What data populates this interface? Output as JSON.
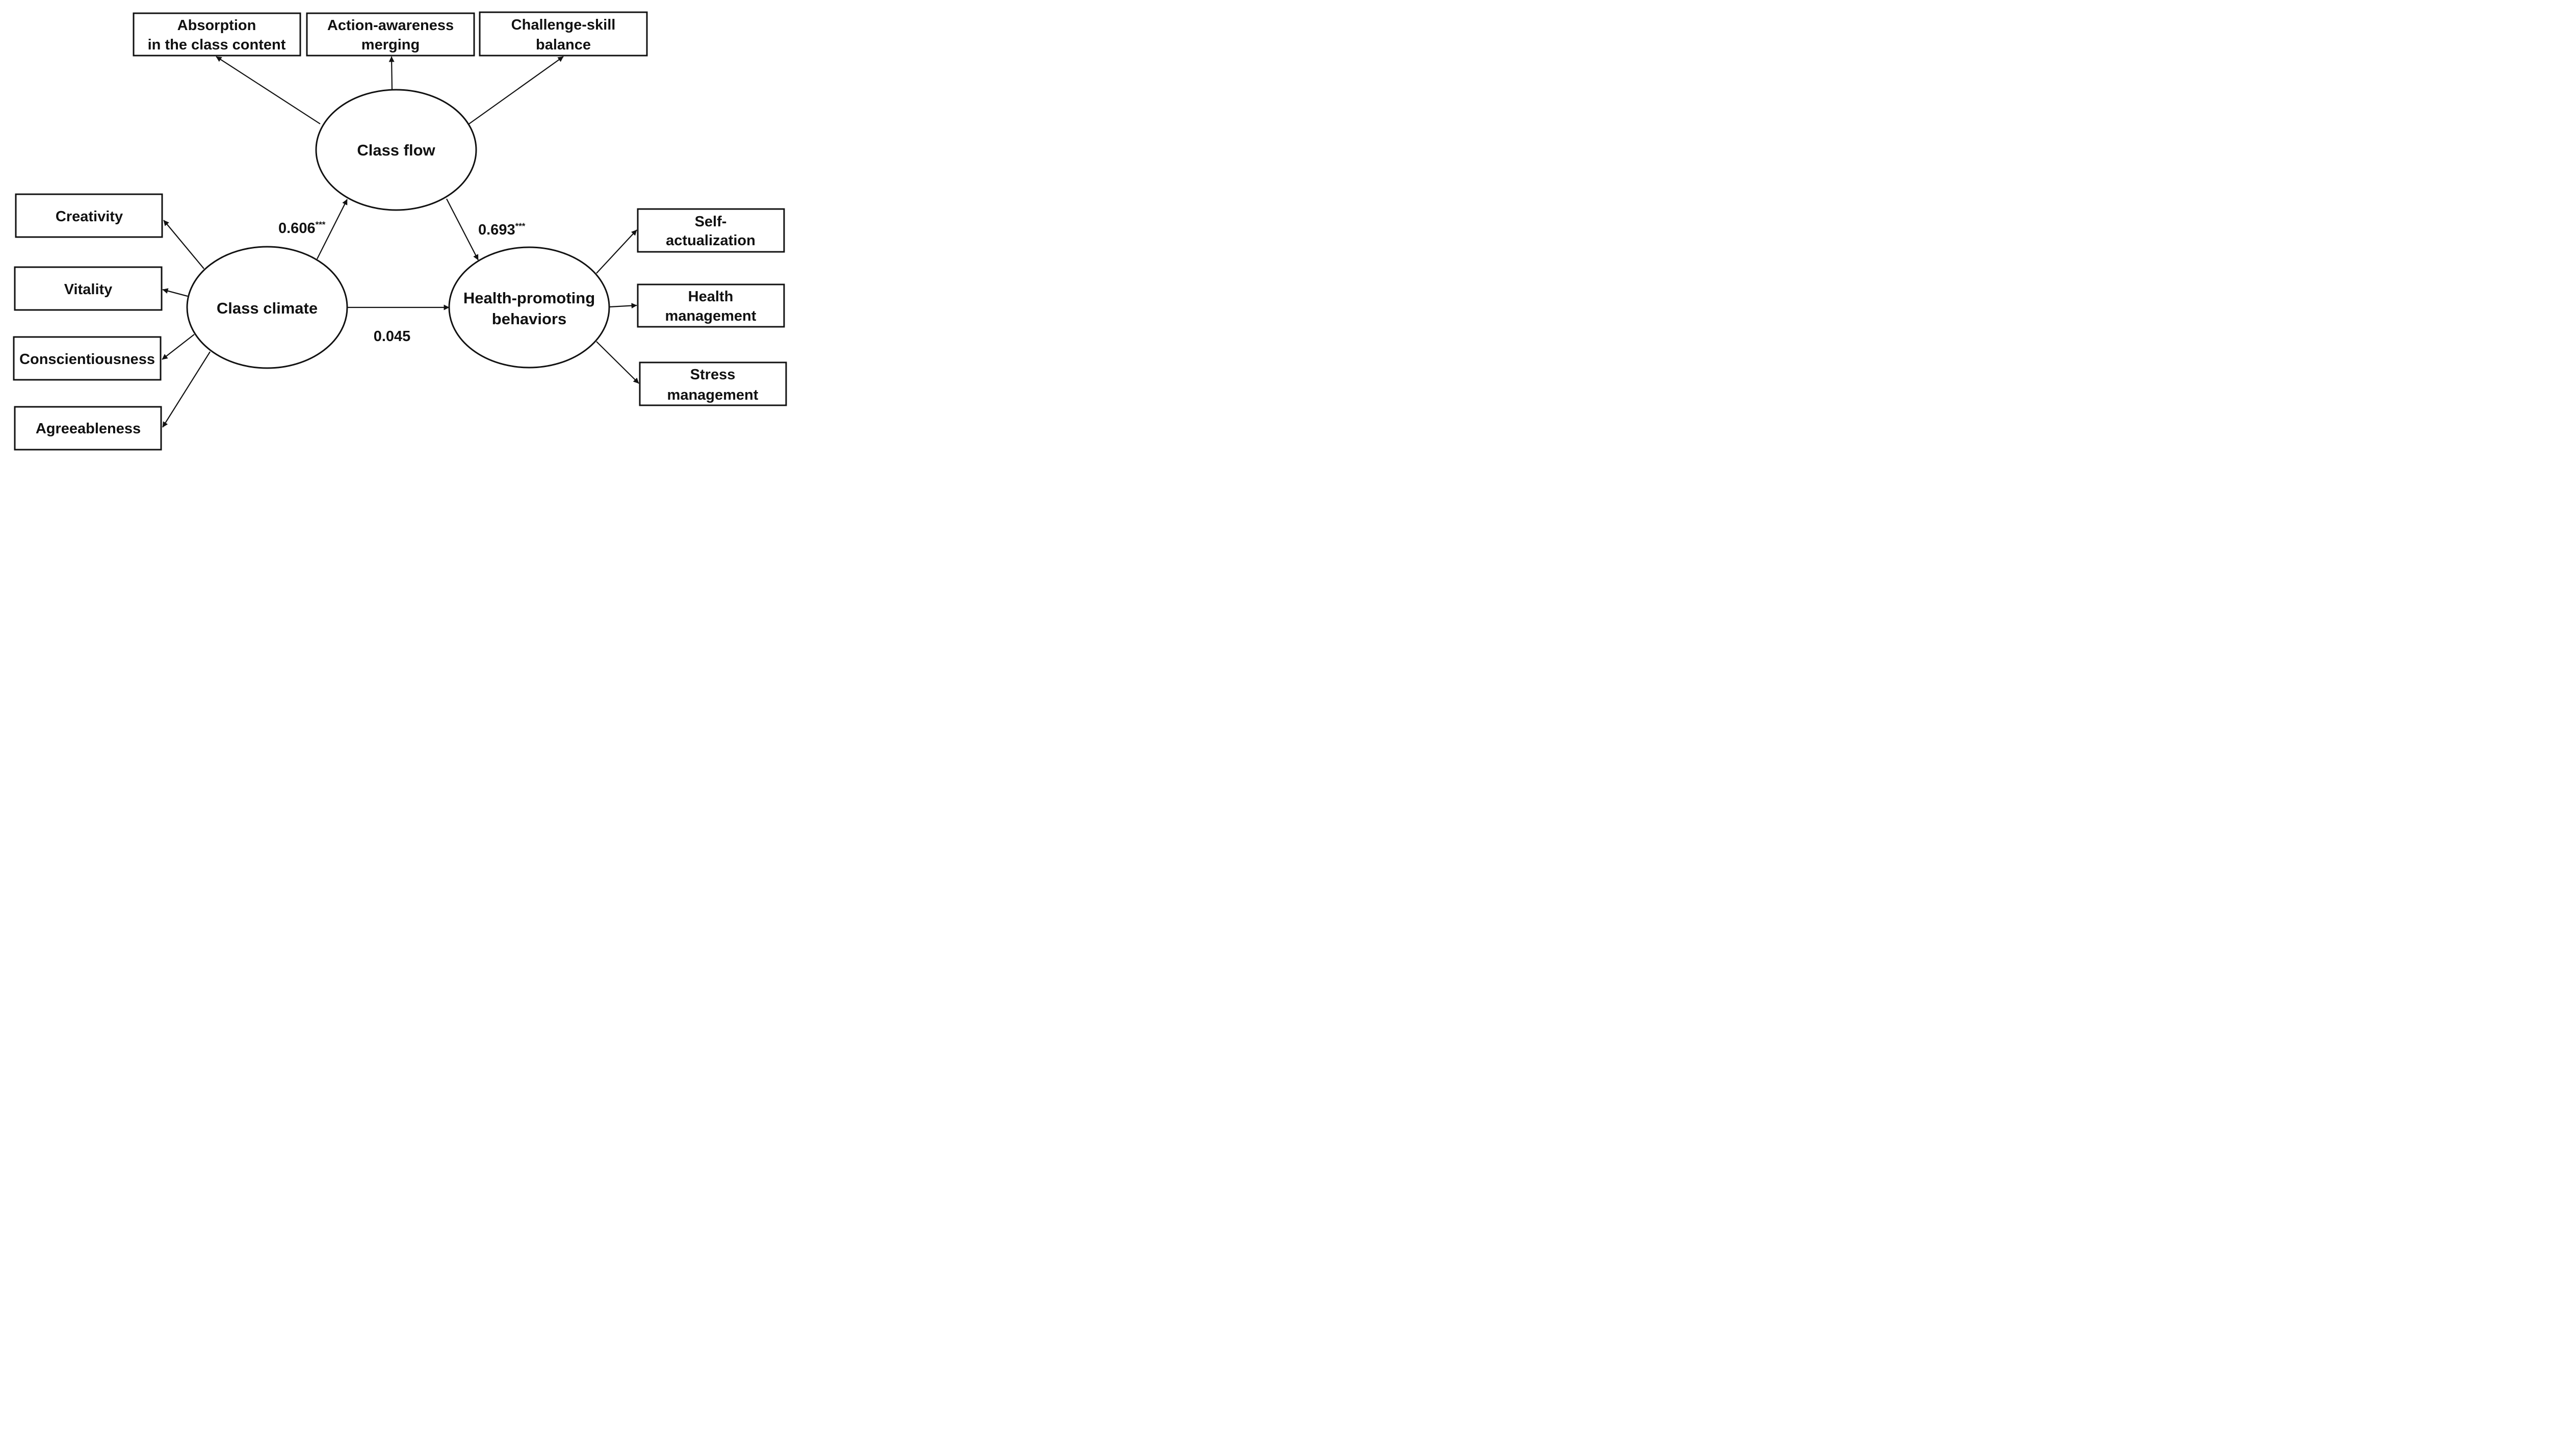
{
  "latent": {
    "class_flow": "Class flow",
    "class_climate": "Class climate",
    "hpb_line1": "Health-promoting",
    "hpb_line2": "behaviors"
  },
  "flow_indicators": {
    "absorption_line1": "Absorption",
    "absorption_line2": "in the class content",
    "action_line1": "Action-awareness",
    "action_line2": "merging",
    "challenge_line1": "Challenge-skill",
    "challenge_line2": "balance"
  },
  "climate_indicators": {
    "creativity": "Creativity",
    "vitality": "Vitality",
    "conscientiousness": "Conscientiousness",
    "agreeableness": "Agreeableness"
  },
  "hpb_indicators": {
    "self_line1": "Self-",
    "self_line2": "actualization",
    "health_line1": "Health",
    "health_line2": "management",
    "stress_line1": "Stress",
    "stress_line2": "management"
  },
  "paths": {
    "climate_to_flow": {
      "value": "0.606",
      "sig": "***"
    },
    "flow_to_hpb": {
      "value": "0.693",
      "sig": "***"
    },
    "climate_to_hpb": {
      "value": "0.045"
    }
  }
}
